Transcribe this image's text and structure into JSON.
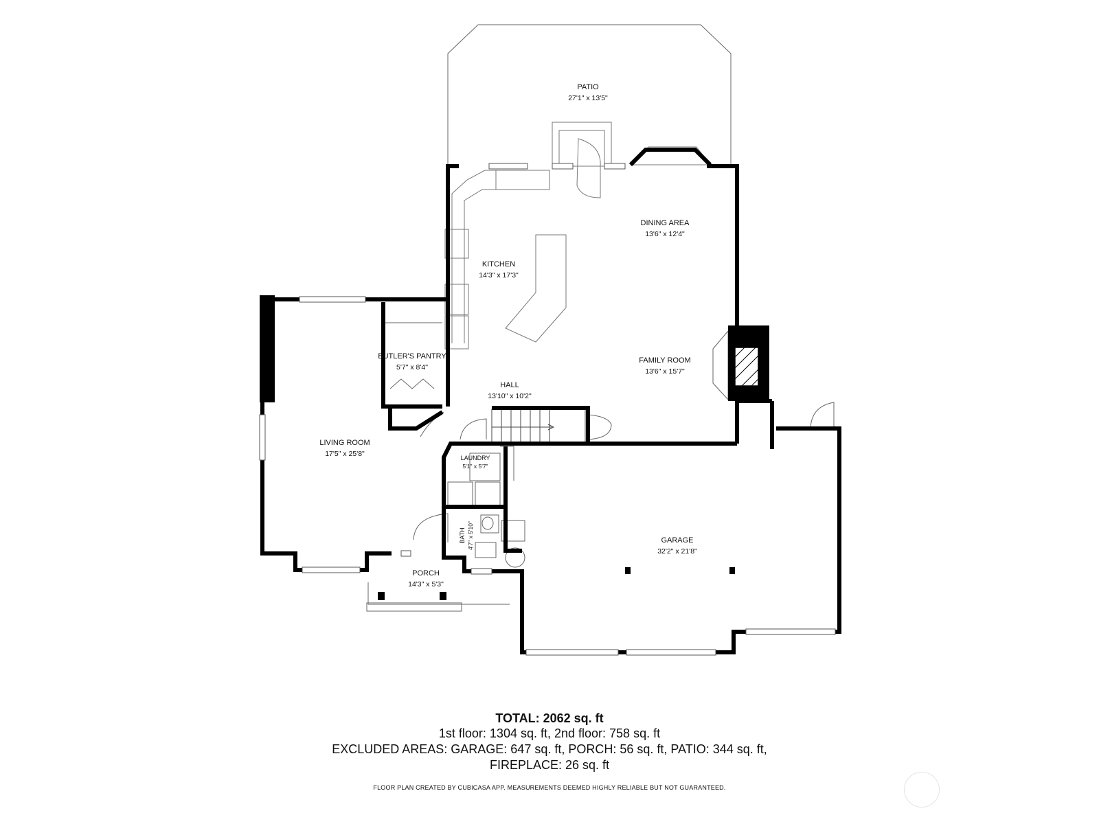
{
  "rooms": {
    "patio": {
      "name": "PATIO",
      "dims": "27'1\" x 13'5\""
    },
    "dining_area": {
      "name": "DINING AREA",
      "dims": "13'6\" x 12'4\""
    },
    "kitchen": {
      "name": "KITCHEN",
      "dims": "14'3\" x 17'3\""
    },
    "butlers_pantry": {
      "name": "BUTLER'S PANTRY",
      "dims": "5'7\" x 8'4\""
    },
    "family_room": {
      "name": "FAMILY ROOM",
      "dims": "13'6\" x 15'7\""
    },
    "hall": {
      "name": "HALL",
      "dims": "13'10\" x 10'2\""
    },
    "living_room": {
      "name": "LIVING ROOM",
      "dims": "17'5\" x 25'8\""
    },
    "laundry": {
      "name": "LAUNDRY",
      "dims": "5'1\" x 5'7\""
    },
    "bath": {
      "name": "BATH",
      "dims": "4'7\" x 5'10\""
    },
    "porch": {
      "name": "PORCH",
      "dims": "14'3\" x 5'3\""
    },
    "garage": {
      "name": "GARAGE",
      "dims": "32'2\" x 21'8\""
    }
  },
  "summary": {
    "total": "TOTAL: 2062 sq. ft",
    "floors": "1st floor: 1304 sq. ft, 2nd floor: 758 sq. ft",
    "excluded": "EXCLUDED AREAS: GARAGE: 647 sq. ft, PORCH: 56 sq. ft, PATIO: 344 sq. ft,",
    "fireplace": "FIREPLACE: 26 sq. ft",
    "credit": "FLOOR PLAN CREATED BY CUBICASA APP. MEASUREMENTS DEEMED HIGHLY RELIABLE BUT NOT GUARANTEED."
  },
  "colors": {
    "wall": "#000000",
    "thin_line": "#555555",
    "window": "#ffffff"
  }
}
